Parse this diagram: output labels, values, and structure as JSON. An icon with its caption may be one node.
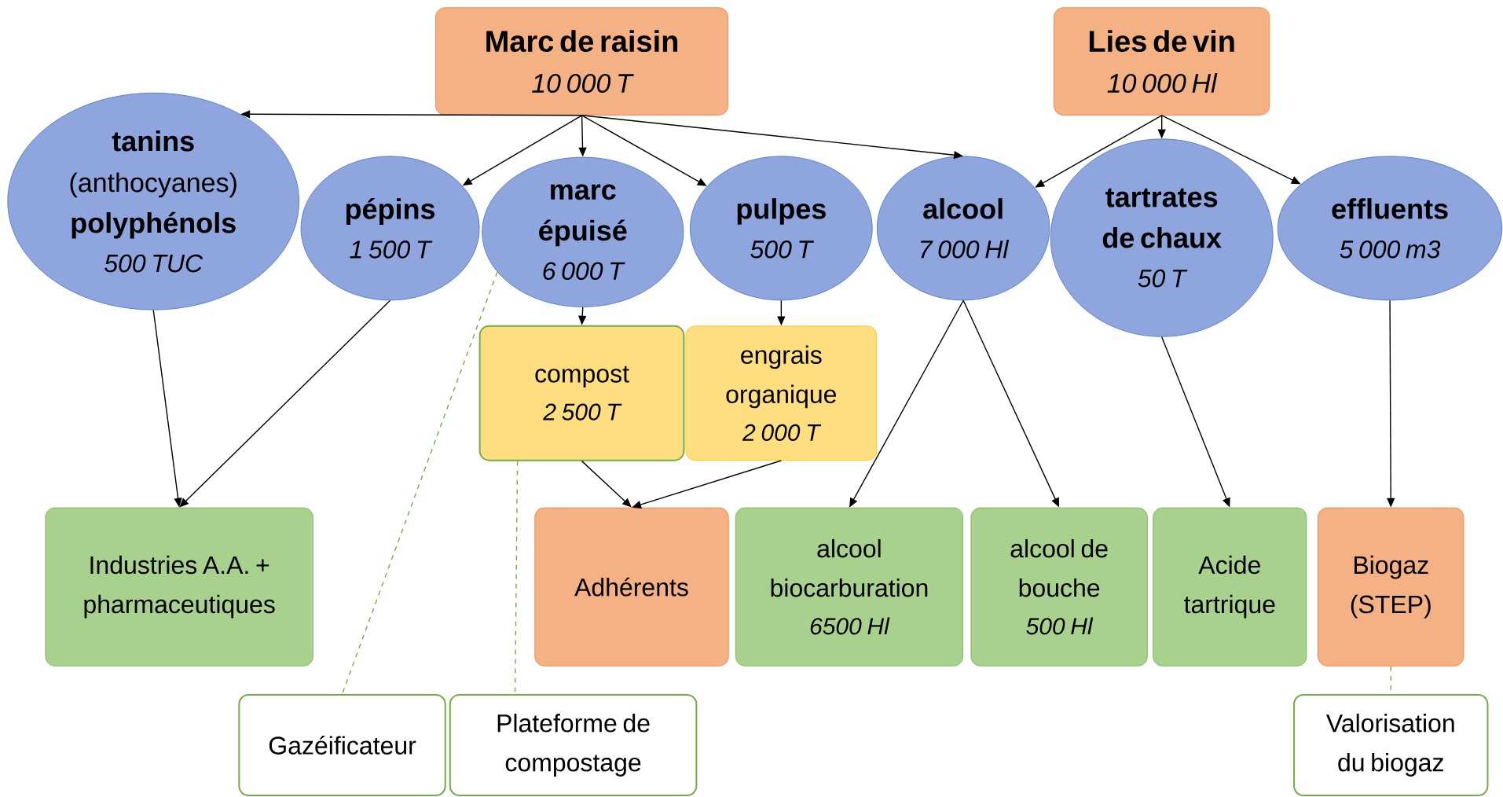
{
  "diagram": {
    "nodes": [
      {
        "text": [
          "Marc de raisin",
          "10 000 T"
        ]
      },
      {
        "text": [
          "Lies de vin",
          "10 000 Hl"
        ]
      },
      {
        "text": [
          "tanins",
          "(anthocyanes)",
          "polyphénols",
          "500 TUC"
        ]
      },
      {
        "text": [
          "pépins",
          "1 500 T"
        ]
      },
      {
        "text": [
          "marc épuisé",
          "6 000 T"
        ]
      },
      {
        "text": [
          "pulpes",
          "500 T"
        ]
      },
      {
        "text": [
          "alcool",
          "7 000 Hl"
        ]
      },
      {
        "text": [
          "tartrates de chaux",
          "50 T"
        ]
      },
      {
        "text": [
          "effluents",
          "5 000 m3"
        ]
      },
      {
        "text": [
          "compost",
          "2 500 T"
        ]
      },
      {
        "text": [
          "engrais organique",
          "2 000 T"
        ]
      },
      {
        "text": [
          "Industries A.A. + pharmaceutiques"
        ]
      },
      {
        "text": [
          "Adhérents"
        ]
      },
      {
        "text": [
          "alcool biocarburation",
          "6500 Hl"
        ]
      },
      {
        "text": [
          "alcool de bouche",
          "500 Hl"
        ]
      },
      {
        "text": [
          "Acide tartrique"
        ]
      },
      {
        "text": [
          "Biogaz (STEP)"
        ]
      },
      {
        "text": [
          "Gazéificateur"
        ]
      },
      {
        "text": [
          "Plateforme de compostage"
        ]
      },
      {
        "text": [
          "Valorisation du biogaz"
        ]
      }
    ],
    "edges": [
      {
        "from": 0,
        "to": 2,
        "arrow": "to"
      },
      {
        "from": 0,
        "to": 3,
        "arrow": "to"
      },
      {
        "from": 0,
        "to": 4,
        "arrow": "to"
      },
      {
        "from": 0,
        "to": 5,
        "arrow": "to"
      },
      {
        "from": 0,
        "to": 6,
        "arrow": "to"
      },
      {
        "from": 1,
        "to": 6,
        "arrow": "to"
      },
      {
        "from": 1,
        "to": 7,
        "arrow": "to"
      },
      {
        "from": 1,
        "to": 8,
        "arrow": "to"
      },
      {
        "from": 2,
        "to": 11,
        "arrow": "to"
      },
      {
        "from": 3,
        "to": 11,
        "arrow": "to"
      },
      {
        "from": 4,
        "to": 9,
        "arrow": "to"
      },
      {
        "from": 5,
        "to": 10,
        "arrow": "to"
      },
      {
        "from": 9,
        "to": 12,
        "arrow": "to"
      },
      {
        "from": 10,
        "to": 12,
        "arrow": "to"
      },
      {
        "from": 6,
        "to": 13,
        "arrow": "to"
      },
      {
        "from": 6,
        "to": 14,
        "arrow": "to"
      },
      {
        "from": 7,
        "to": 15,
        "arrow": "to"
      },
      {
        "from": 8,
        "to": 16,
        "arrow": "to"
      },
      {
        "from": 4,
        "to": 17,
        "arrow": "none",
        "style": "dashed",
        "color": "#70ad47"
      },
      {
        "from": 9,
        "to": 18,
        "arrow": "none",
        "style": "dashed",
        "color": "#70ad47"
      },
      {
        "from": 16,
        "to": 19,
        "arrow": "none",
        "style": "dashed",
        "color": "#70ad47"
      }
    ]
  }
}
